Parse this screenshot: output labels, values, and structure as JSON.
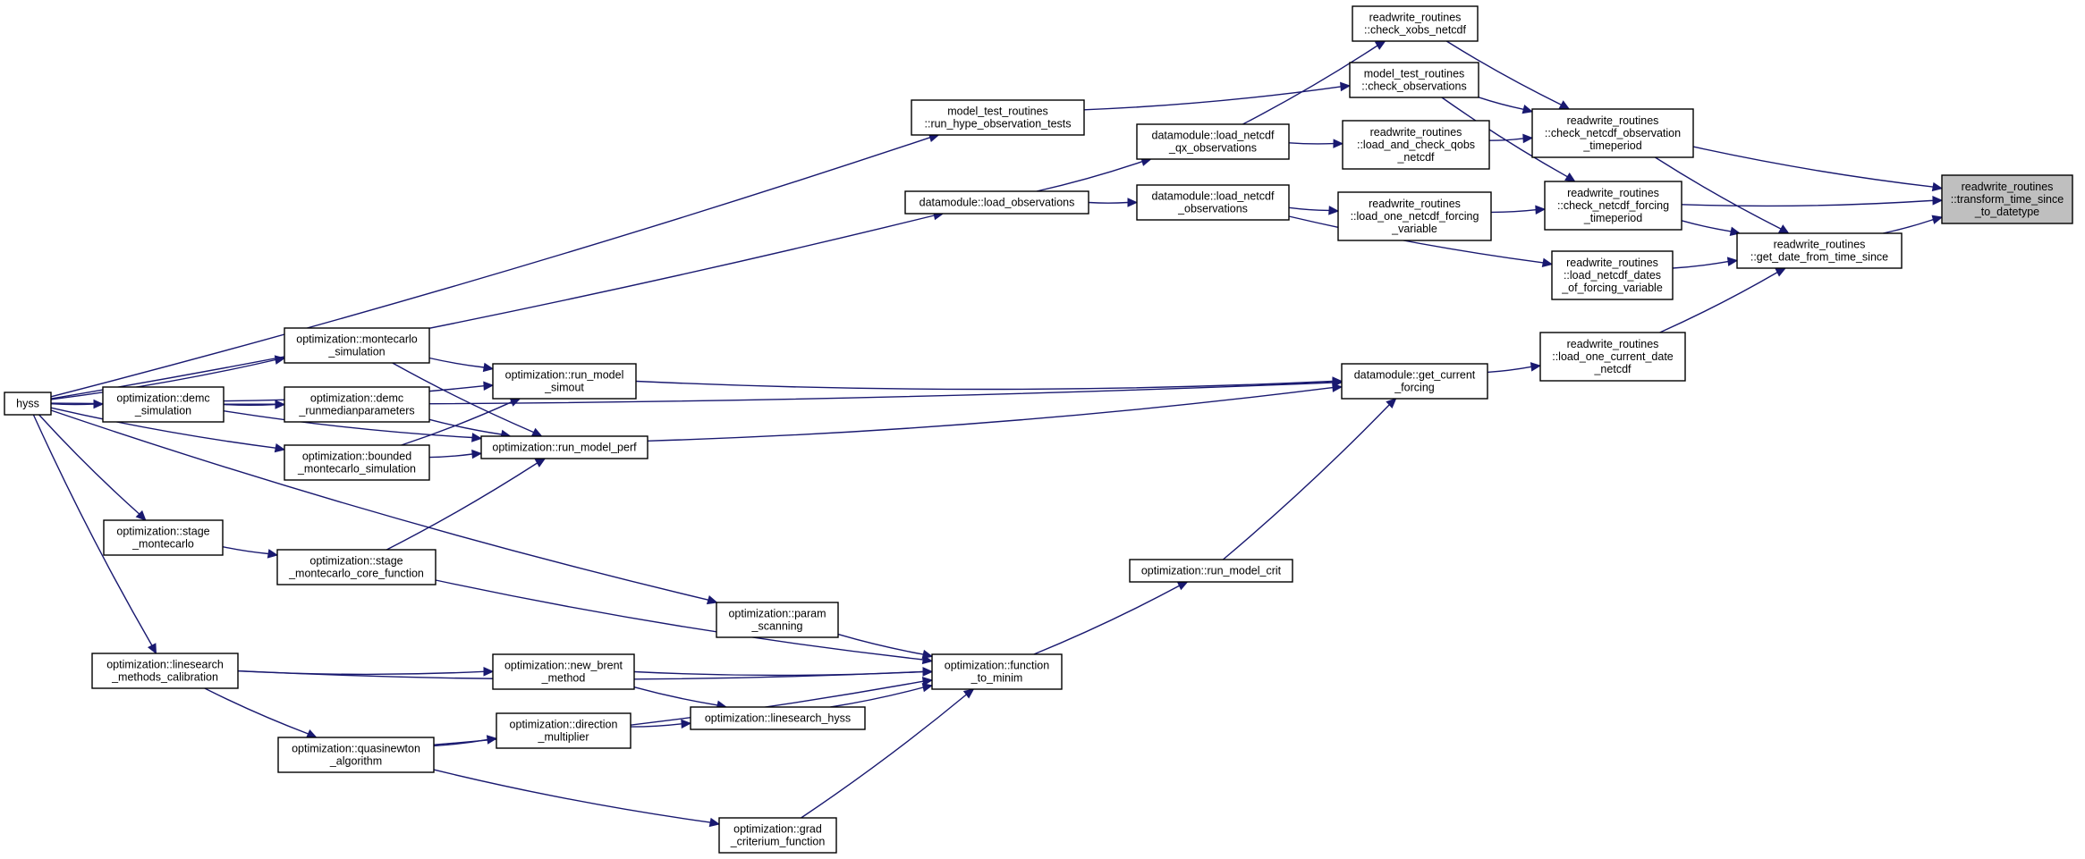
{
  "diagram": {
    "nodes": {
      "transform": [
        "readwrite_routines",
        "::transform_time_since",
        "_to_datetype"
      ],
      "get_date": [
        "readwrite_routines",
        "::get_date_from_time_since"
      ],
      "check_obs_tp": [
        "readwrite_routines",
        "::check_netcdf_observation",
        "_timeperiod"
      ],
      "check_forcing_tp": [
        "readwrite_routines",
        "::check_netcdf_forcing",
        "_timeperiod"
      ],
      "load_dates": [
        "readwrite_routines",
        "::load_netcdf_dates",
        "_of_forcing_variable"
      ],
      "load_one_date": [
        "readwrite_routines",
        "::load_one_current_date",
        "_netcdf"
      ],
      "check_xobs": [
        "readwrite_routines",
        "::check_xobs_netcdf"
      ],
      "mt_check_obs": [
        "model_test_routines",
        "::check_observations"
      ],
      "load_qobs": [
        "readwrite_routines",
        "::load_and_check_qobs",
        "_netcdf"
      ],
      "load_one_forcing": [
        "readwrite_routines",
        "::load_one_netcdf_forcing",
        "_variable"
      ],
      "dm_qx": [
        "datamodule::load_netcdf",
        "_qx_observations"
      ],
      "dm_netcdf_obs": [
        "datamodule::load_netcdf",
        "_observations"
      ],
      "dm_load_obs": [
        "datamodule::load_observations"
      ],
      "mt_run_hype": [
        "model_test_routines",
        "::run_hype_observation_tests"
      ],
      "dm_current_forcing": [
        "datamodule::get_current",
        "_forcing"
      ],
      "run_model_crit": [
        "optimization::run_model_crit"
      ],
      "function_to_minim": [
        "optimization::function",
        "_to_minim"
      ],
      "run_model_simout": [
        "optimization::run_model",
        "_simout"
      ],
      "run_model_perf": [
        "optimization::run_model_perf"
      ],
      "montecarlo_sim": [
        "optimization::montecarlo",
        "_simulation"
      ],
      "demc_runmedian": [
        "optimization::demc",
        "_runmedianparameters"
      ],
      "bounded_mc": [
        "optimization::bounded",
        "_montecarlo_simulation"
      ],
      "demc_sim": [
        "optimization::demc",
        "_simulation"
      ],
      "stage_mc": [
        "optimization::stage",
        "_montecarlo"
      ],
      "stage_mc_core": [
        "optimization::stage",
        "_montecarlo_core_function"
      ],
      "param_scanning": [
        "optimization::param",
        "_scanning"
      ],
      "new_brent": [
        "optimization::new_brent",
        "_method"
      ],
      "linesearch_hyss": [
        "optimization::linesearch_hyss"
      ],
      "direction_mult": [
        "optimization::direction",
        "_multiplier"
      ],
      "quasinewton": [
        "optimization::quasinewton",
        "_algorithm"
      ],
      "grad_crit": [
        "optimization::grad",
        "_criterium_function"
      ],
      "linesearch_calib": [
        "optimization::linesearch",
        "_methods_calibration"
      ],
      "hyss": [
        "hyss"
      ]
    }
  },
  "colors": {
    "edge": "#191970",
    "root_fill": "#bfbfbf",
    "node_fill": "#ffffff",
    "node_stroke": "#000000"
  }
}
